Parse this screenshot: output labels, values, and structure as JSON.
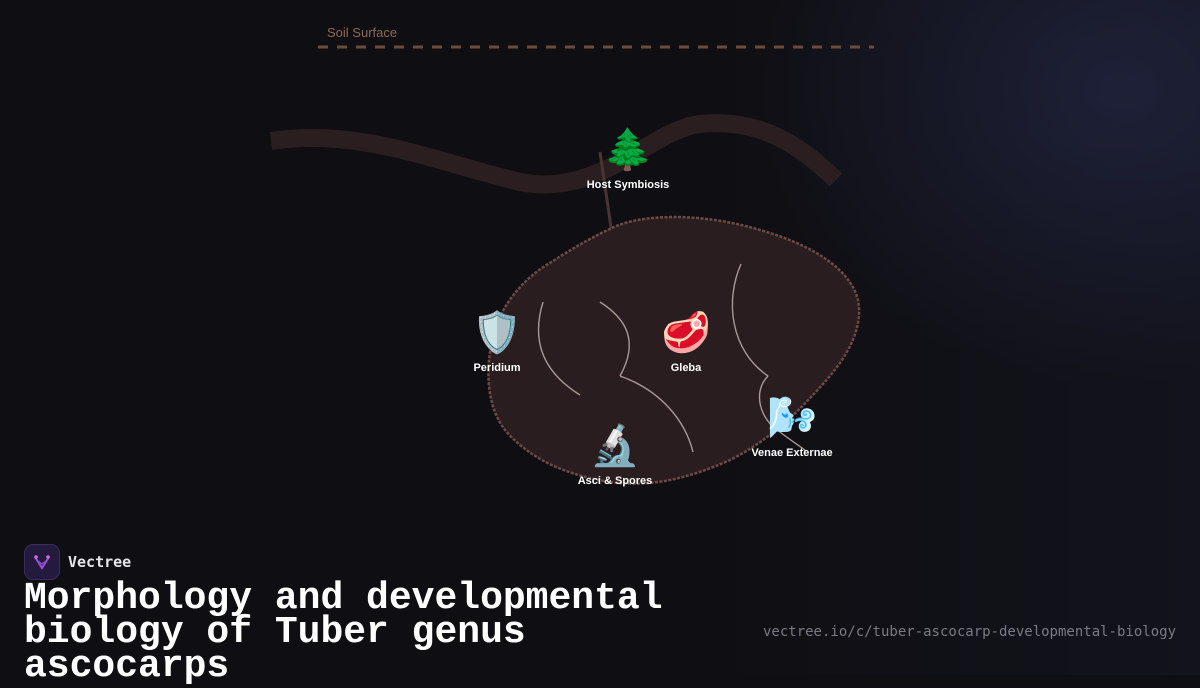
{
  "diagram": {
    "soil_label": "Soil Surface",
    "nodes": {
      "host": {
        "label": "Host Symbiosis",
        "icon": "evergreen-tree-icon",
        "glyph": "🌲"
      },
      "peridium": {
        "label": "Peridium",
        "icon": "shield-icon",
        "glyph": "🛡️"
      },
      "gleba": {
        "label": "Gleba",
        "icon": "meat-icon",
        "glyph": "🥩"
      },
      "asci": {
        "label": "Asci & Spores",
        "icon": "microscope-icon",
        "glyph": "🔬"
      },
      "venae": {
        "label": "Venae Externae",
        "icon": "wind-icon",
        "glyph": "🌬️"
      }
    },
    "colors": {
      "ascocarp_fill": "#2a1d1f",
      "ascocarp_edge": "#6e4a45",
      "root": "#2a1e20",
      "soil_line": "#6a4c3e",
      "veins": "#c9b8b4"
    }
  },
  "brand": {
    "name": "Vectree"
  },
  "footer": {
    "title": "Morphology and developmental biology of Tuber genus ascocarps",
    "url": "vectree.io/c/tuber-ascocarp-developmental-biology"
  }
}
